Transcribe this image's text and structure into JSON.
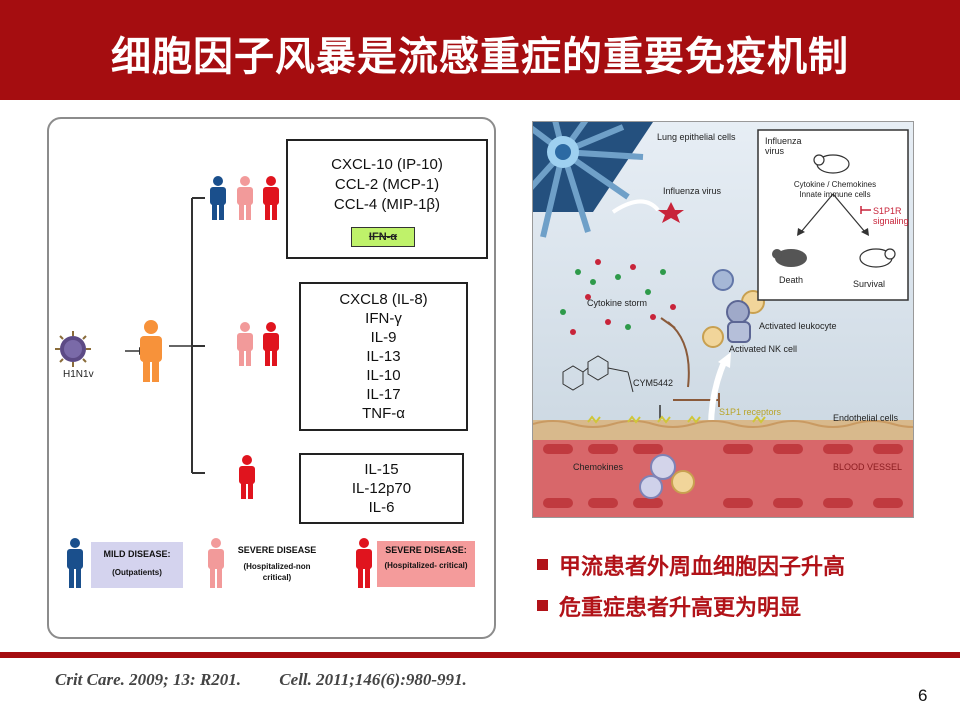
{
  "slide": {
    "title": "细胞因子风暴是流感重症的重要免疫机制",
    "page_number": "6"
  },
  "colors": {
    "brand_red": "#a50d10",
    "mild_blue": "#1a4f8c",
    "severe_pink": "#f29a9a",
    "critical_red": "#e0141e"
  },
  "left_figure": {
    "virus_label": "H1N1v",
    "group_mild_severe_critical": {
      "cytokines": [
        "CXCL-10 (IP-10)",
        "CCL-2 (MCP-1)",
        "CCL-4 (MIP-1β)"
      ],
      "highlight": "IFN-α"
    },
    "group_severe_critical": {
      "cytokines": [
        "CXCL8 (IL-8)",
        "IFN-γ",
        "IL-9",
        "IL-13",
        "IL-10",
        "IL-17",
        "TNF-α"
      ]
    },
    "group_critical": {
      "cytokines": [
        "IL-15",
        "IL-12p70",
        "IL-6"
      ]
    },
    "legend": {
      "mild": {
        "line1": "MILD DISEASE:",
        "line2": "(Outpatients)"
      },
      "severe": {
        "line1": "SEVERE DISEASE",
        "line2": "(Hospitalized-non critical)"
      },
      "critical": {
        "line1": "SEVERE DISEASE:",
        "line2": "(Hospitalized- critical)"
      }
    }
  },
  "right_figure": {
    "labels": {
      "lung_epithelial": "Lung epithelial cells",
      "influenza_virus": "Influenza virus",
      "cytokine_storm": "Cytokine storm",
      "activated_leukocyte": "Activated leukocyte",
      "activated_nk": "Activated NK cell",
      "cym": "CYM5442",
      "s1p1_receptors": "S1P1 receptors",
      "endothelial": "Endothelial cells",
      "chemokines": "Chemokines",
      "blood_vessel": "BLOOD VESSEL"
    },
    "inset": {
      "influenza_virus": "Influenza virus",
      "cytokine_line1": "Cytokine / Chemokines",
      "cytokine_line2": "Innate immune cells",
      "s1p1r": "S1P1R signaling",
      "death": "Death",
      "survival": "Survival"
    }
  },
  "bullets": [
    "甲流患者外周血细胞因子升高",
    "危重症患者升高更为明显"
  ],
  "references": "Crit Care. 2009; 13: R201.         Cell. 2011;146(6):980-991."
}
